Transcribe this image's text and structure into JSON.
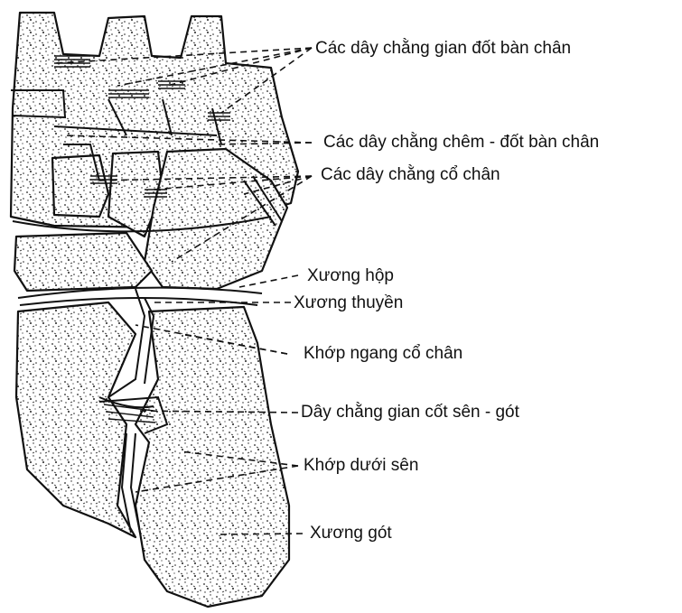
{
  "labels": {
    "interphalangeal_ligaments": "Các dây chằng gian đốt bàn chân",
    "metatarsophalangeal_ligaments": "Các dây chằng chêm - đốt bàn chân",
    "ankle_ligaments": "Các dây chằng cổ chân",
    "cuboid": "Xương hộp",
    "navicular": "Xương thuyền",
    "transverse_tarsal_joint": "Khớp ngang cổ chân",
    "talocalcaneal_interosseous_ligament": "Dây chằng gian cốt sên - gót",
    "subtalar_joint": "Khớp dưới sên",
    "calcaneus": "Xương gót"
  },
  "colors": {
    "ink": "#111111",
    "bone": "#ffffff"
  }
}
